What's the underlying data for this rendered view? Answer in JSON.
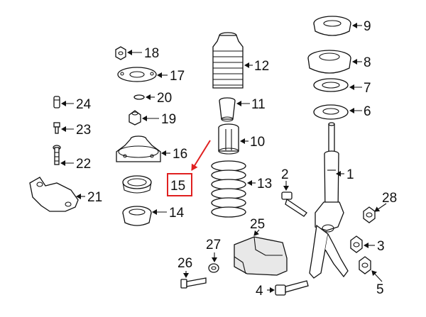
{
  "colors": {
    "line": "#111111",
    "highlight": "#e02020",
    "background": "#ffffff"
  },
  "callouts": [
    {
      "id": "p1",
      "number": "1"
    },
    {
      "id": "p2",
      "number": "2"
    },
    {
      "id": "p3",
      "number": "3"
    },
    {
      "id": "p4",
      "number": "4"
    },
    {
      "id": "p5",
      "number": "5"
    },
    {
      "id": "p6",
      "number": "6"
    },
    {
      "id": "p7",
      "number": "7"
    },
    {
      "id": "p8",
      "number": "8"
    },
    {
      "id": "p9",
      "number": "9"
    },
    {
      "id": "p10",
      "number": "10"
    },
    {
      "id": "p11",
      "number": "11"
    },
    {
      "id": "p12",
      "number": "12"
    },
    {
      "id": "p13",
      "number": "13"
    },
    {
      "id": "p14",
      "number": "14"
    },
    {
      "id": "p15",
      "number": "15",
      "highlighted": true
    },
    {
      "id": "p16",
      "number": "16"
    },
    {
      "id": "p17",
      "number": "17"
    },
    {
      "id": "p18",
      "number": "18"
    },
    {
      "id": "p19",
      "number": "19"
    },
    {
      "id": "p20",
      "number": "20"
    },
    {
      "id": "p21",
      "number": "21"
    },
    {
      "id": "p22",
      "number": "22"
    },
    {
      "id": "p23",
      "number": "23"
    },
    {
      "id": "p24",
      "number": "24"
    },
    {
      "id": "p25",
      "number": "25"
    },
    {
      "id": "p26",
      "number": "26"
    },
    {
      "id": "p27",
      "number": "27"
    },
    {
      "id": "p28",
      "number": "28"
    }
  ]
}
